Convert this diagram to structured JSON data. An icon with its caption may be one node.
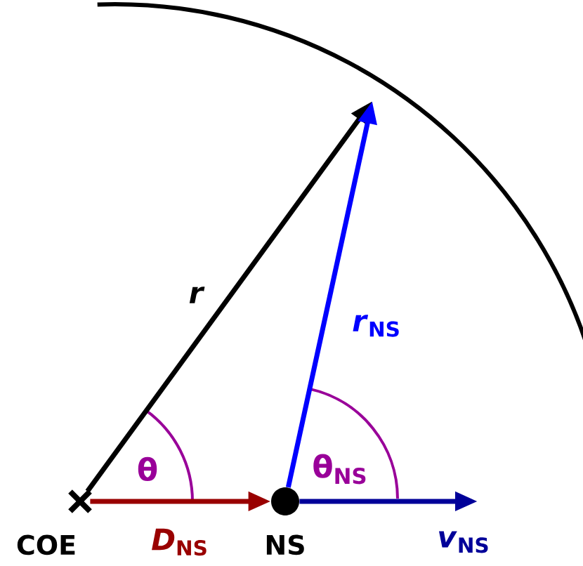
{
  "diagram": {
    "nodes": [
      {
        "text": [
          "COE"
        ]
      },
      {
        "text": [
          "NS"
        ]
      }
    ],
    "edges": [
      {
        "from": 0,
        "to": null,
        "arrow": "to",
        "label": "*r*"
      },
      {
        "from": 1,
        "to": null,
        "arrow": "to",
        "label": "*r*$_{NS}$",
        "color": "#0000ff"
      },
      {
        "from": 0,
        "to": 1,
        "arrow": "to",
        "label": "*D*$_{NS}$",
        "color": "#990000"
      },
      {
        "from": 1,
        "to": null,
        "arrow": "to",
        "label": "*v*$_{NS}$",
        "color": "#000099"
      }
    ],
    "labels": [
      "θ",
      "θ$_{NS}$"
    ]
  }
}
